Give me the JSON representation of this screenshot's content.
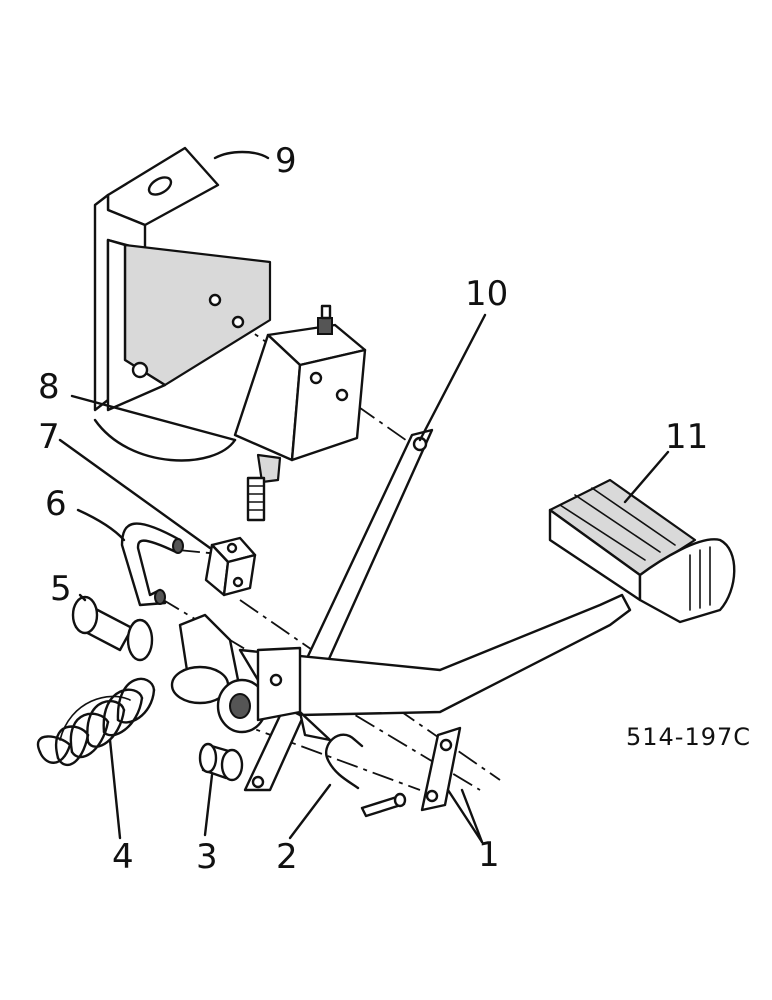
{
  "diagram": {
    "reference_code": "514-197C",
    "callouts": [
      {
        "id": "1",
        "label": "1"
      },
      {
        "id": "2",
        "label": "2"
      },
      {
        "id": "3",
        "label": "3"
      },
      {
        "id": "4",
        "label": "4"
      },
      {
        "id": "5",
        "label": "5"
      },
      {
        "id": "6",
        "label": "6"
      },
      {
        "id": "7",
        "label": "7"
      },
      {
        "id": "8",
        "label": "8"
      },
      {
        "id": "9",
        "label": "9"
      },
      {
        "id": "10",
        "label": "10"
      },
      {
        "id": "11",
        "label": "11"
      }
    ]
  }
}
